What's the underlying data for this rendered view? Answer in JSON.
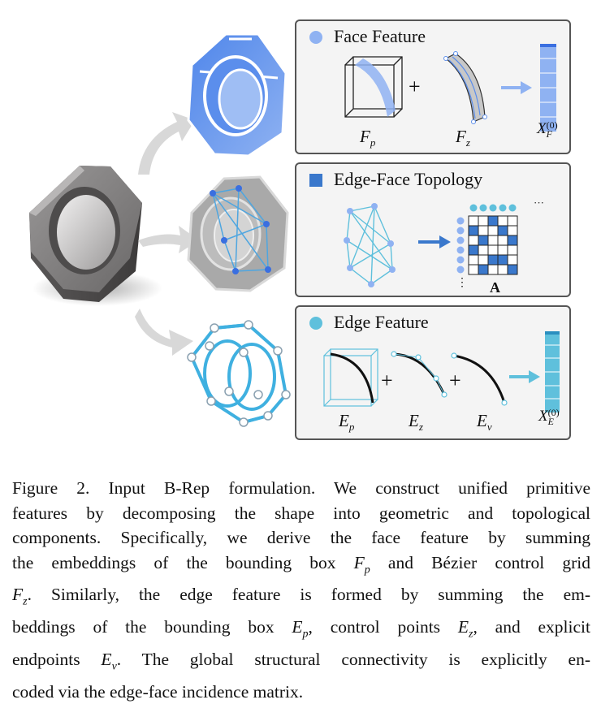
{
  "panels": {
    "face": {
      "title": "Face Feature",
      "labels": {
        "bbox": "F",
        "bbox_sub": "p",
        "grid": "F",
        "grid_sub": "z",
        "out": "X",
        "out_sub": "F",
        "out_sup": "(0)"
      },
      "plus": "+",
      "color": "#8fb2f2"
    },
    "topology": {
      "title": "Edge-Face Topology",
      "matrix_label": "A",
      "ellipsis_h": "···",
      "ellipsis_v": "⋮",
      "color": "#3a78cc"
    },
    "edge": {
      "title": "Edge Feature",
      "labels": {
        "bbox": "E",
        "bbox_sub": "p",
        "ctrl": "E",
        "ctrl_sub": "z",
        "end": "E",
        "end_sub": "v",
        "out": "X",
        "out_sub": "E",
        "out_sup": "(0)"
      },
      "plus": "+",
      "color": "#5fc0dc"
    }
  },
  "caption": {
    "lines": [
      "Figure 2. Input B-Rep formulation. We construct unified primitive",
      "features by decomposing the shape into geometric and topological",
      "components. Specifically, we derive the face feature by summing",
      "the embeddings of the bounding box |F|p| and Bézier control grid",
      "|F|z|.  Similarly, the edge feature is formed by summing the em-",
      "beddings of the bounding box |E|p|, control points |E|z|, and explicit",
      "endpoints |E|v|. The global structural connectivity is explicitly en-",
      "coded via the edge-face incidence matrix."
    ]
  },
  "colors": {
    "face_blue": "#8fb2f2",
    "topo_blue": "#3a78cc",
    "edge_cyan": "#5fc0dc",
    "panel_border": "#555555"
  }
}
